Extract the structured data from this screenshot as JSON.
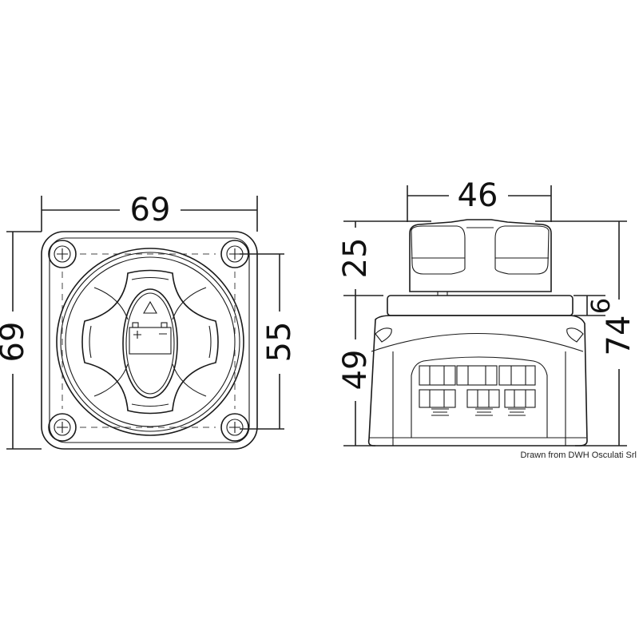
{
  "front_view": {
    "width_dim": "69",
    "height_dim": "69",
    "hole_spacing_dim": "55"
  },
  "side_view": {
    "knob_width_dim": "46",
    "knob_height_dim": "25",
    "body_height_dim": "49",
    "flange_height_dim": "6",
    "total_height_dim": "74"
  },
  "credit": "Drawn from DWH Osculati Srl"
}
